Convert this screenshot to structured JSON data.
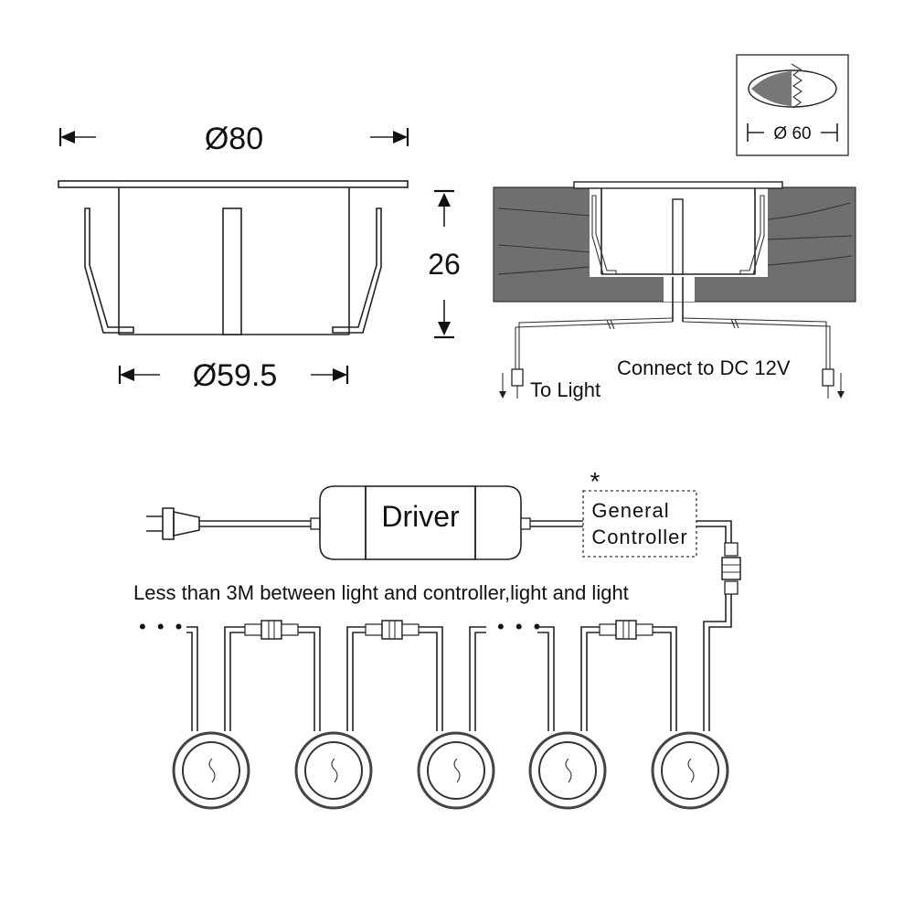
{
  "dimensions": {
    "top_diameter": "Ø80",
    "height": "26",
    "bottom_diameter": "Ø59.5",
    "hole_diameter": "Ø 60"
  },
  "installation": {
    "to_light_label": "To Light",
    "connect_label": "Connect to DC 12V"
  },
  "wiring": {
    "driver_label": "Driver",
    "controller_line1": "General",
    "controller_line2": "Controller",
    "optional_mark": "*",
    "distance_note": "Less than 3M between light and controller,light and light",
    "continuation": "• • •"
  },
  "colors": {
    "line": "#222222",
    "wood": "#6f6f6f",
    "wood_grain": "#8a8a8a",
    "light_ring": "#444444"
  }
}
